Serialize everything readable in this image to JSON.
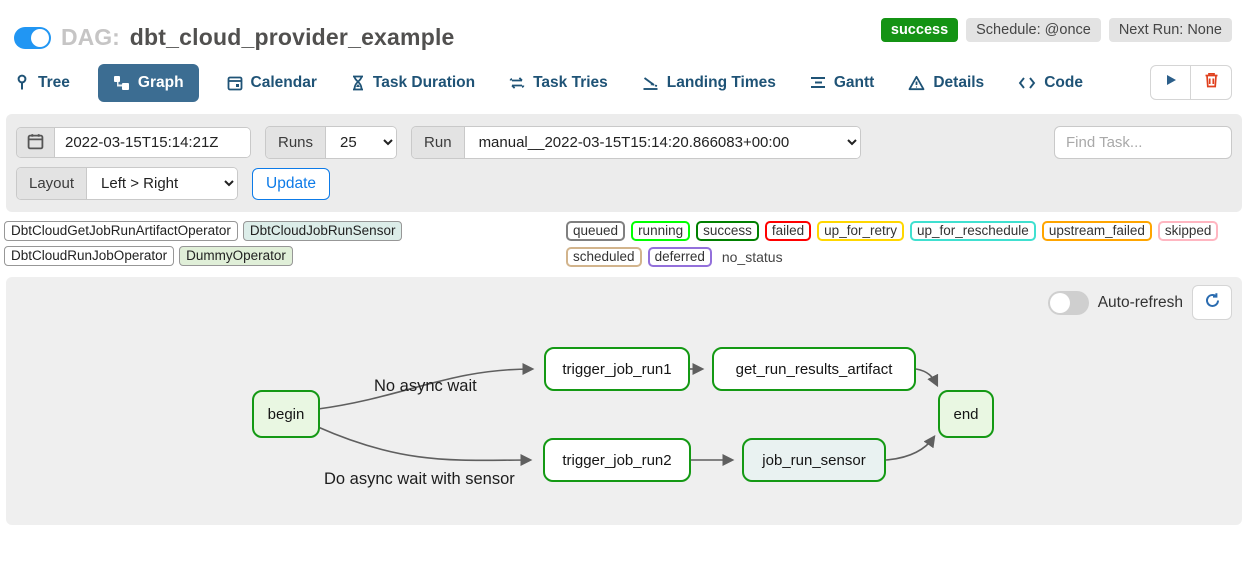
{
  "header": {
    "dag_prefix": "DAG:",
    "dag_title": "dbt_cloud_provider_example",
    "status_badge": "success",
    "schedule_badge": "Schedule: @once",
    "next_run_badge": "Next Run: None"
  },
  "tabs": [
    {
      "label": "Tree",
      "icon": "tree-pin-icon",
      "active": false
    },
    {
      "label": "Graph",
      "icon": "graph-icon",
      "active": true
    },
    {
      "label": "Calendar",
      "icon": "calendar-icon",
      "active": false
    },
    {
      "label": "Task Duration",
      "icon": "hourglass-icon",
      "active": false
    },
    {
      "label": "Task Tries",
      "icon": "repeat-icon",
      "active": false
    },
    {
      "label": "Landing Times",
      "icon": "plane-landing-icon",
      "active": false
    },
    {
      "label": "Gantt",
      "icon": "gantt-bars-icon",
      "active": false
    },
    {
      "label": "Details",
      "icon": "warning-triangle-icon",
      "active": false
    },
    {
      "label": "Code",
      "icon": "code-brackets-icon",
      "active": false
    }
  ],
  "actions": {
    "play_icon": "play-icon",
    "delete_icon": "trash-icon"
  },
  "filters": {
    "base_date_value": "2022-03-15T15:14:21Z",
    "runs_label": "Runs",
    "runs_value": "25",
    "run_label": "Run",
    "run_value": "manual__2022-03-15T15:14:20.866083+00:00",
    "find_task_placeholder": "Find Task...",
    "layout_label": "Layout",
    "layout_value": "Left > Right",
    "update_label": "Update"
  },
  "legend": {
    "operators": [
      {
        "label": "DbtCloudGetJobRunArtifactOperator",
        "fill": "#ffffff"
      },
      {
        "label": "DbtCloudJobRunSensor",
        "fill": "#dcede9"
      },
      {
        "label": "DbtCloudRunJobOperator",
        "fill": "#ffffff"
      },
      {
        "label": "DummyOperator",
        "fill": "#e0efd8"
      }
    ],
    "statuses": [
      {
        "label": "queued",
        "color": "#808080"
      },
      {
        "label": "running",
        "color": "#00ff00"
      },
      {
        "label": "success",
        "color": "#008000"
      },
      {
        "label": "failed",
        "color": "#ff0000"
      },
      {
        "label": "up_for_retry",
        "color": "#ffd700"
      },
      {
        "label": "up_for_reschedule",
        "color": "#40e0d0"
      },
      {
        "label": "upstream_failed",
        "color": "#ffa500"
      },
      {
        "label": "skipped",
        "color": "#ffb6c1"
      },
      {
        "label": "scheduled",
        "color": "#d2b48c"
      },
      {
        "label": "deferred",
        "color": "#9370db"
      }
    ],
    "no_status_label": "no_status"
  },
  "graph": {
    "auto_refresh_label": "Auto-refresh",
    "refresh_icon": "refresh-icon",
    "nodes": [
      {
        "id": "begin",
        "label": "begin",
        "type": "dummy",
        "state": "success"
      },
      {
        "id": "trigger_job_run1",
        "label": "trigger_job_run1",
        "type": "default",
        "state": "success"
      },
      {
        "id": "get_run_results_artifact",
        "label": "get_run_results_artifact",
        "type": "default",
        "state": "success"
      },
      {
        "id": "trigger_job_run2",
        "label": "trigger_job_run2",
        "type": "default",
        "state": "success"
      },
      {
        "id": "job_run_sensor",
        "label": "job_run_sensor",
        "type": "sensor",
        "state": "success"
      },
      {
        "id": "end",
        "label": "end",
        "type": "dummy",
        "state": "success"
      }
    ],
    "edges": [
      {
        "from": "begin",
        "to": "trigger_job_run1",
        "label": "No async wait"
      },
      {
        "from": "begin",
        "to": "trigger_job_run2",
        "label": "Do async wait with sensor"
      },
      {
        "from": "trigger_job_run1",
        "to": "get_run_results_artifact",
        "label": ""
      },
      {
        "from": "get_run_results_artifact",
        "to": "end",
        "label": ""
      },
      {
        "from": "trigger_job_run2",
        "to": "job_run_sensor",
        "label": ""
      },
      {
        "from": "job_run_sensor",
        "to": "end",
        "label": ""
      }
    ],
    "edge_label_1": "No async wait",
    "edge_label_2": "Do async wait with sensor"
  },
  "colors": {
    "accent_blue": "#0d7be8",
    "active_tab": "#3c6d92",
    "tab_text": "#1f5376",
    "success_green": "#149314",
    "node_border_green": "#149914",
    "trash_red": "#e0401e",
    "panel_gray": "#ececec"
  }
}
